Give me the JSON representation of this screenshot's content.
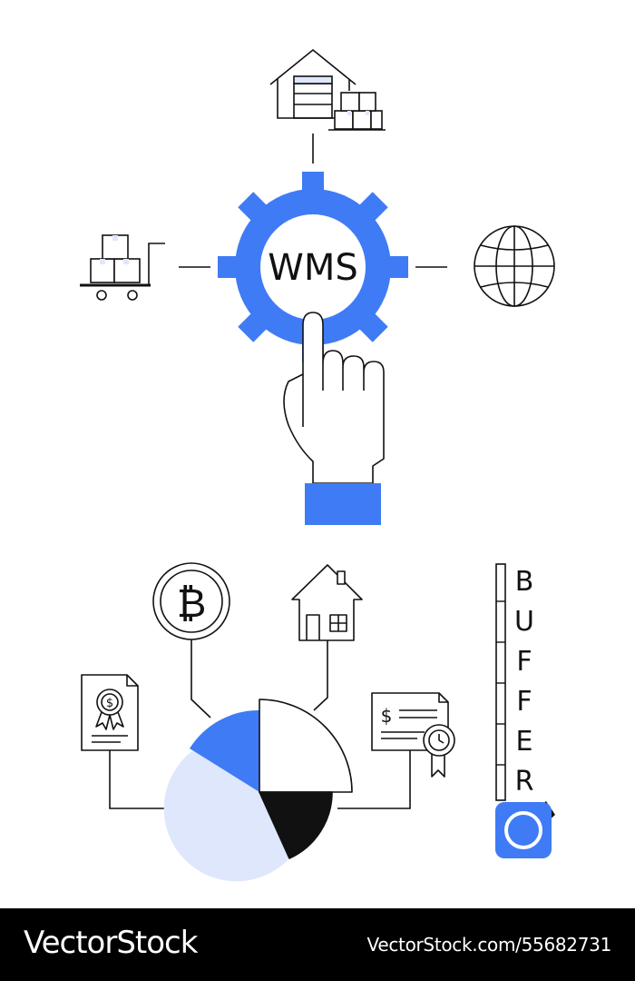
{
  "gear_label": "WMS",
  "buffer_letters": [
    "B",
    "U",
    "F",
    "F",
    "E",
    "R"
  ],
  "footer": {
    "brand": "VectorStock",
    "stock_id": "VectorStock.com/55682731"
  },
  "icons": {
    "warehouse": "warehouse-icon",
    "cart": "hand-truck-boxes-icon",
    "globe": "globe-icon",
    "gear": "gear-icon",
    "hand": "pointing-hand-icon",
    "bitcoin": "bitcoin-coin-icon",
    "house": "house-icon",
    "award_doc": "award-certificate-document-icon",
    "check_doc": "check-with-seal-icon",
    "pie": "pie-chart-icon",
    "tape": "tape-measure-icon"
  },
  "colors": {
    "accent": "#3f7bf5",
    "accent_light": "#dfe7fc",
    "line": "#111111",
    "footer_bg": "#000000"
  }
}
